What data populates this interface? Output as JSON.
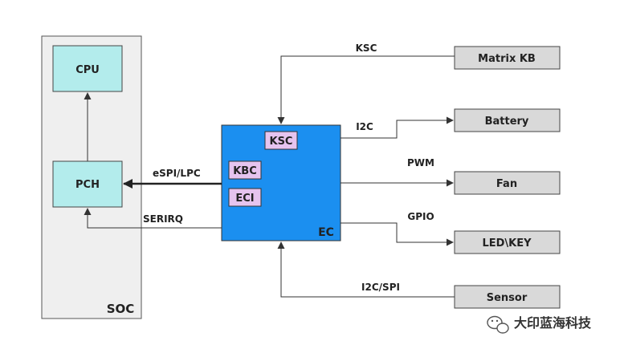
{
  "soc": {
    "label": "SOC",
    "cpu": "CPU",
    "pch": "PCH"
  },
  "ec": {
    "label": "EC",
    "ksc": "KSC",
    "kbc": "KBC",
    "eci": "ECI"
  },
  "links": {
    "espi": "eSPI/LPC",
    "serirq": "SERIRQ",
    "ksc": "KSC",
    "i2c": "I2C",
    "pwm": "PWM",
    "gpio": "GPIO",
    "i2c_spi": "I2C/SPI"
  },
  "peripherals": {
    "matrix_kb": "Matrix KB",
    "battery": "Battery",
    "fan": "Fan",
    "led_key": "LED\\KEY",
    "sensor": "Sensor"
  },
  "watermark": {
    "text": "大印蓝海科技",
    "icon": "wechat-icon"
  },
  "colors": {
    "soc_bg": "#efefef",
    "cpu_bg": "#b3ecec",
    "ec_bg": "#1b8ff0",
    "ec_inner_bg": "#e6c4ef",
    "periph_bg": "#d9d9d9",
    "line": "#333333"
  }
}
